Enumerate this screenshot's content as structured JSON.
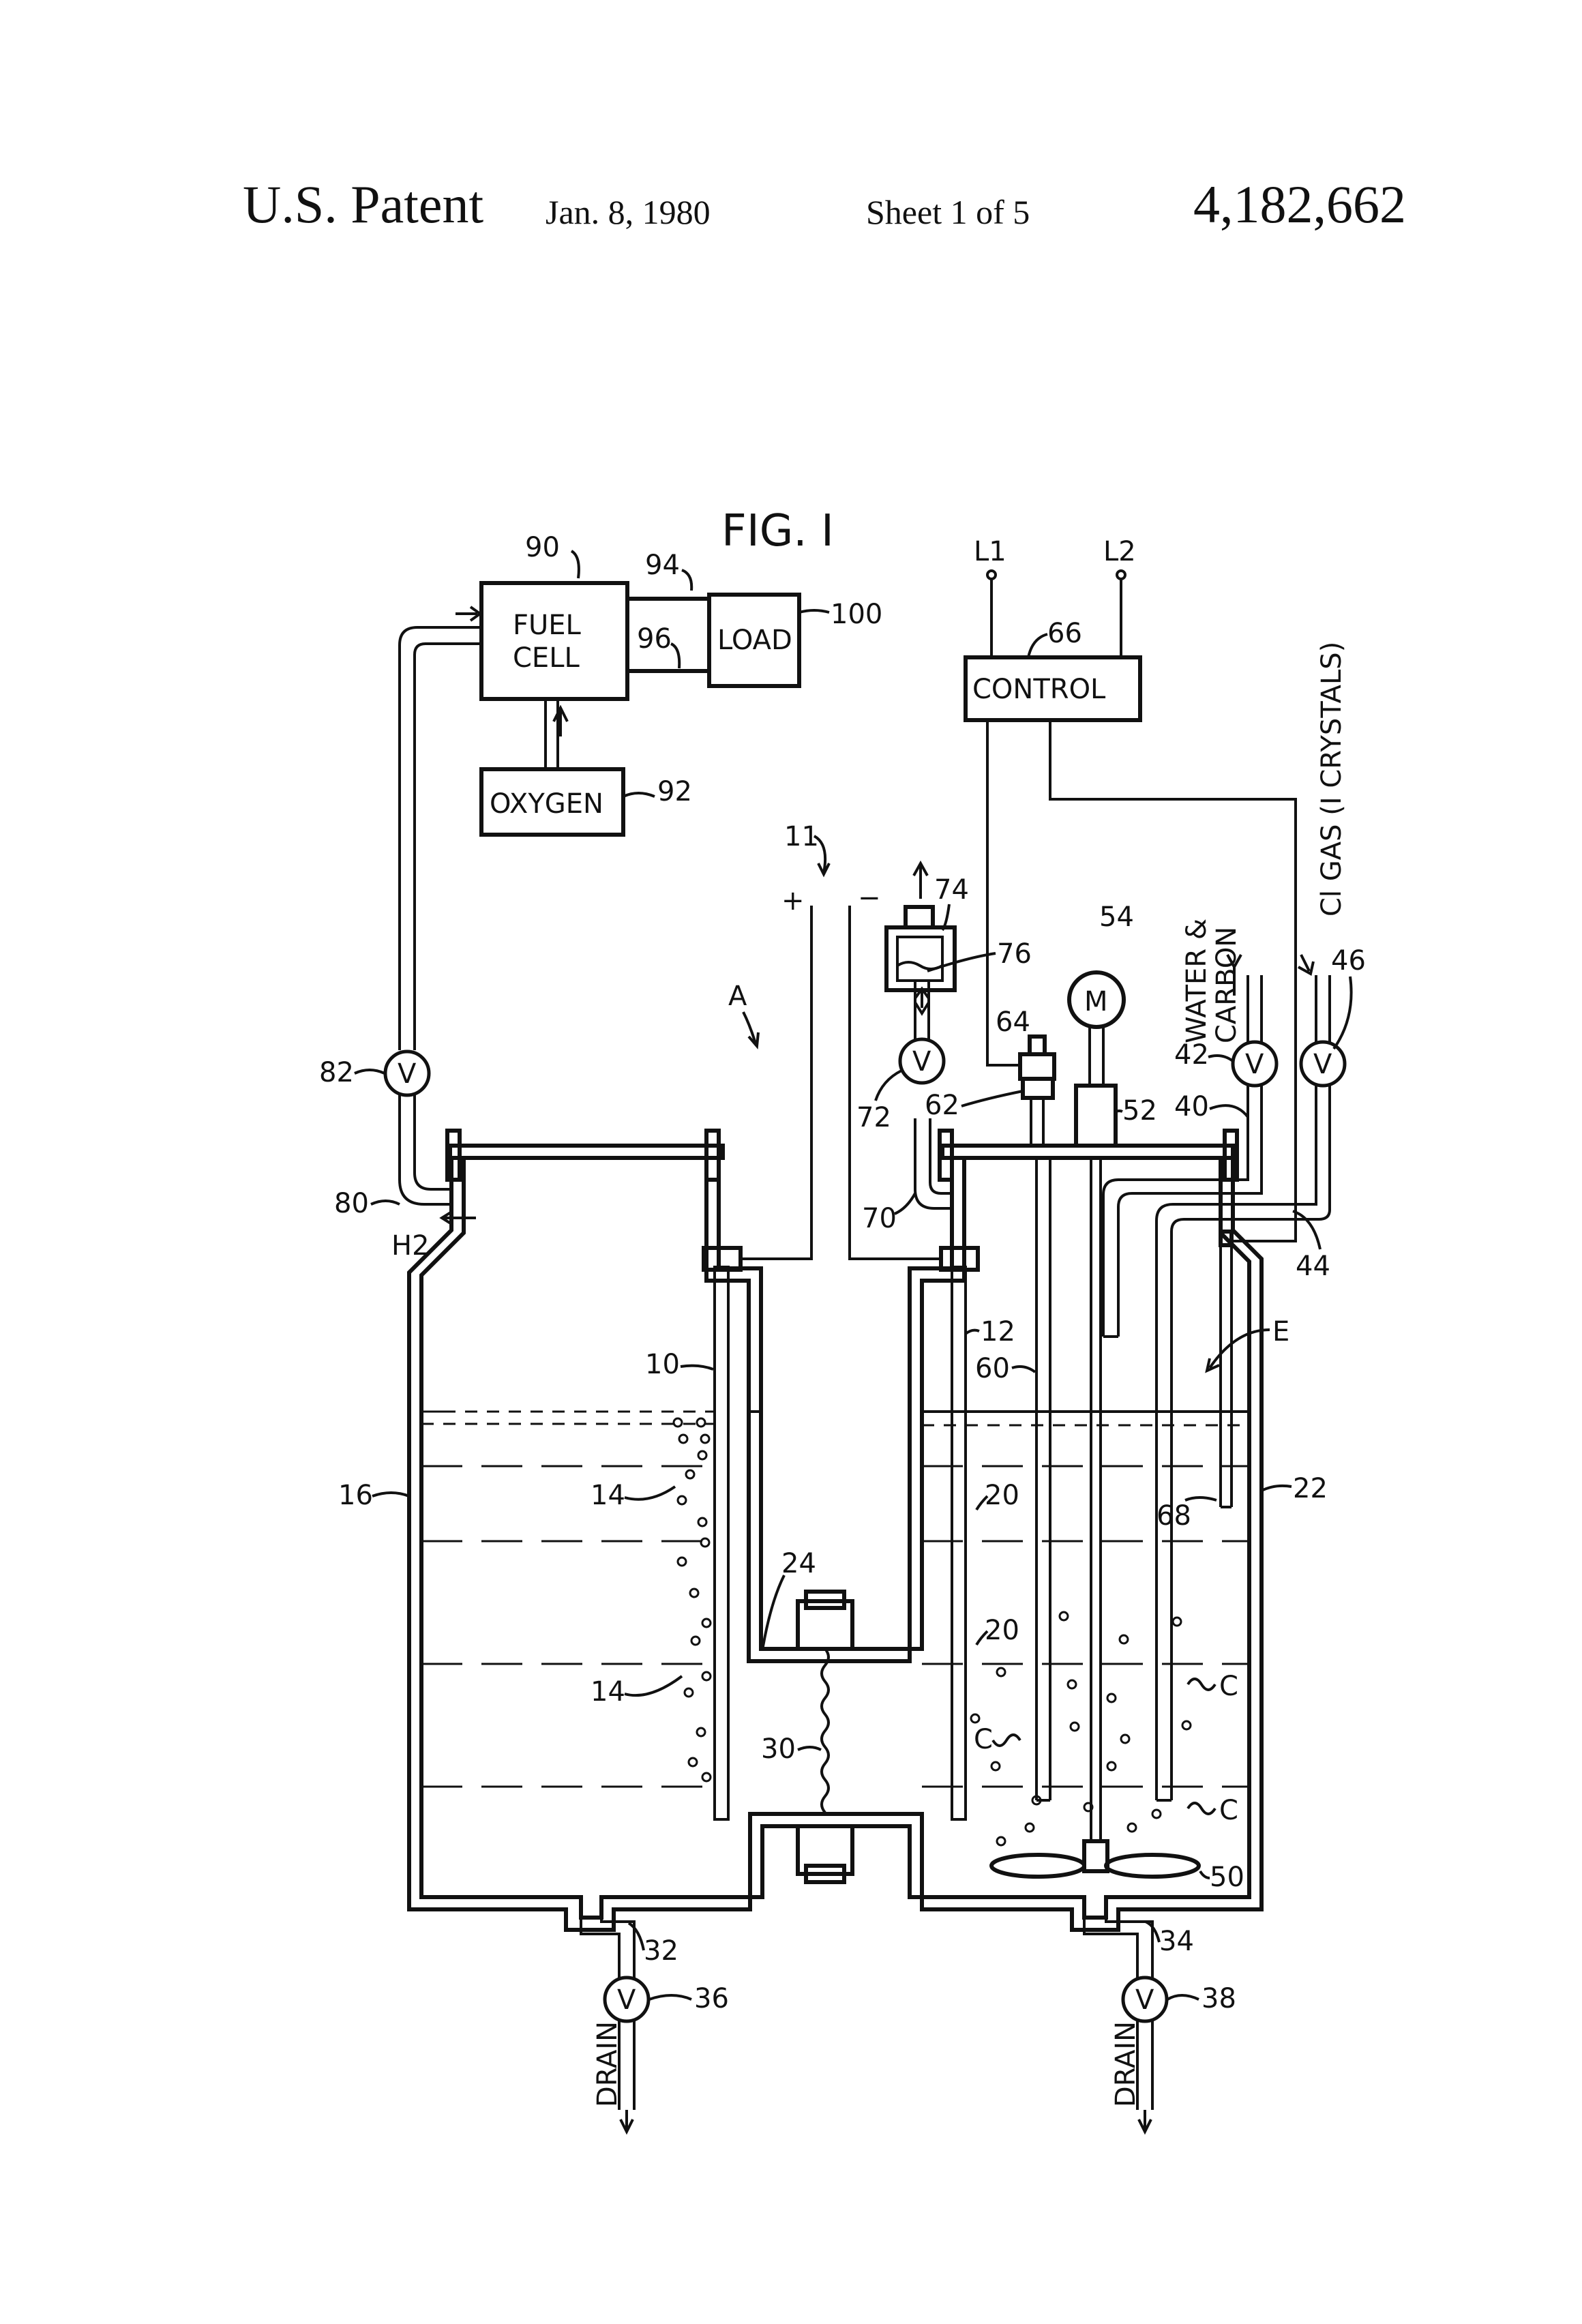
{
  "header": {
    "left": "U.S. Patent",
    "date": "Jan. 8, 1980",
    "sheet": "Sheet 1 of 5",
    "number": "4,182,662"
  },
  "figure": {
    "title": "FIG. I",
    "boxes": {
      "fuel_cell_1": "FUEL",
      "fuel_cell_2": "CELL",
      "load": "LOAD",
      "oxygen": "OXYGEN",
      "control": "CONTROL",
      "motor": "M"
    },
    "valve_letter": "V",
    "terminals": {
      "l1": "L1",
      "l2": "L2",
      "plus": "+",
      "minus": "−"
    },
    "vertical_labels": {
      "water_carbon_1": "WATER &",
      "water_carbon_2": "CARBON",
      "cl_gas": "Cl GAS (I CRYSTALS)",
      "drain_left": "DRAIN",
      "drain_right": "DRAIN"
    },
    "labels": {
      "n90": "90",
      "n94": "94",
      "n96": "96",
      "n100": "100",
      "n92": "92",
      "n66": "66",
      "n11": "11",
      "n74": "74",
      "n76": "76",
      "n54": "54",
      "n46": "46",
      "nA": "A",
      "n64": "64",
      "n42": "42",
      "n40": "40",
      "n82": "82",
      "n72": "72",
      "n62": "62",
      "n52": "52",
      "n80": "80",
      "h2": "H2",
      "n70": "70",
      "n44": "44",
      "n12": "12",
      "nE": "E",
      "n10": "10",
      "n60": "60",
      "n16": "16",
      "n14a": "14",
      "n20a": "20",
      "n68": "68",
      "n22": "22",
      "n24": "24",
      "n20b": "20",
      "nCa": "C",
      "n14b": "14",
      "n30": "30",
      "nCb": "C",
      "nCc": "C",
      "n50": "50",
      "n32": "32",
      "n36": "36",
      "n34": "34",
      "n38": "38"
    }
  }
}
